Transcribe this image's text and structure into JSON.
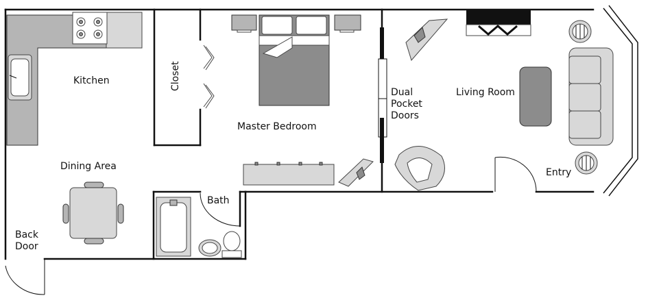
{
  "labels": {
    "kitchen": "Kitchen",
    "closet": "Closet",
    "master_bedroom": "Master Bedroom",
    "dual_pocket_doors": [
      "Dual",
      "Pocket",
      "Doors"
    ],
    "living_room": "Living Room",
    "entry": "Entry",
    "dining_area": "Dining Area",
    "bath": "Bath",
    "back_door": [
      "Back",
      "Door"
    ]
  }
}
